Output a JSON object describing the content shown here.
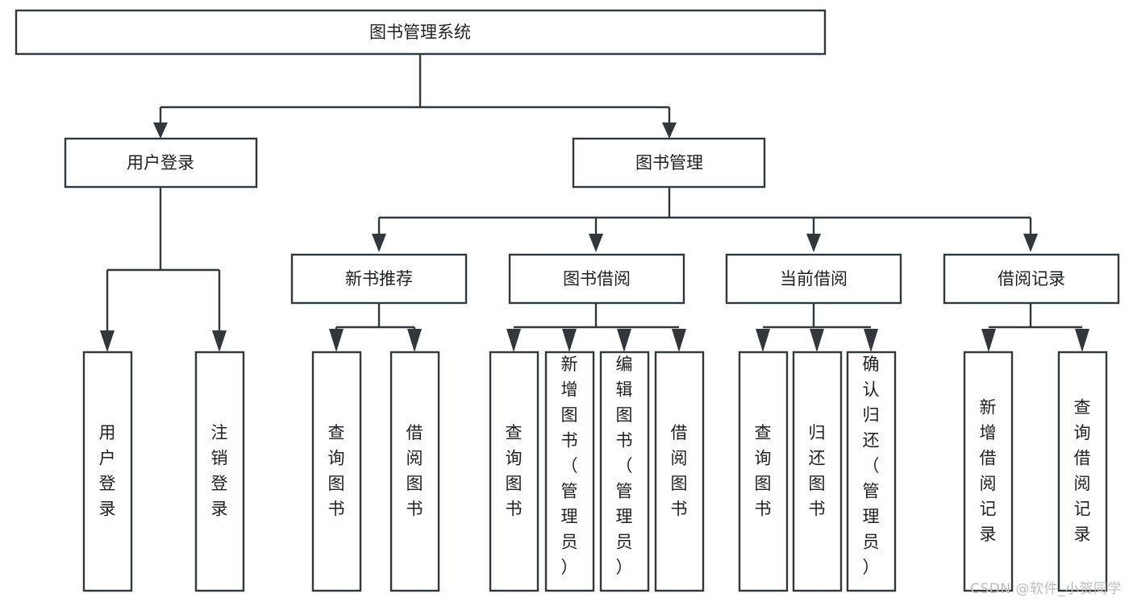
{
  "diagram": {
    "type": "tree-hierarchy",
    "title": "图书管理系统",
    "watermark": "CSDN @软件_小贺同学",
    "colors": {
      "stroke": "#32373b",
      "box_fill": "#ffffff",
      "text": "#1d2023",
      "watermark": "#b9bcc0",
      "background": "#ffffff"
    },
    "levels": [
      {
        "level": 0,
        "nodes": [
          {
            "id": "root",
            "label": "图书管理系统",
            "orientation": "horizontal"
          }
        ]
      },
      {
        "level": 1,
        "nodes": [
          {
            "id": "login",
            "label": "用户登录",
            "orientation": "horizontal",
            "parent": "root"
          },
          {
            "id": "bookmgmt",
            "label": "图书管理",
            "orientation": "horizontal",
            "parent": "root"
          }
        ]
      },
      {
        "level": 2,
        "nodes": [
          {
            "id": "newbook",
            "label": "新书推荐",
            "orientation": "horizontal",
            "parent": "bookmgmt"
          },
          {
            "id": "borrow",
            "label": "图书借阅",
            "orientation": "horizontal",
            "parent": "bookmgmt"
          },
          {
            "id": "current",
            "label": "当前借阅",
            "orientation": "horizontal",
            "parent": "bookmgmt"
          },
          {
            "id": "records",
            "label": "借阅记录",
            "orientation": "horizontal",
            "parent": "bookmgmt"
          }
        ]
      },
      {
        "level": 3,
        "nodes": [
          {
            "id": "leaf-1",
            "label": "用户登录",
            "orientation": "vertical",
            "parent": "login"
          },
          {
            "id": "leaf-2",
            "label": "注销登录",
            "orientation": "vertical",
            "parent": "login"
          },
          {
            "id": "leaf-3",
            "label": "查询图书",
            "orientation": "vertical",
            "parent": "newbook"
          },
          {
            "id": "leaf-4",
            "label": "借阅图书",
            "orientation": "vertical",
            "parent": "newbook"
          },
          {
            "id": "leaf-5",
            "label": "查询图书",
            "orientation": "vertical",
            "parent": "borrow"
          },
          {
            "id": "leaf-6",
            "label": "新增图书（管理员）",
            "orientation": "vertical",
            "parent": "borrow"
          },
          {
            "id": "leaf-7",
            "label": "编辑图书（管理员）",
            "orientation": "vertical",
            "parent": "borrow"
          },
          {
            "id": "leaf-8",
            "label": "借阅图书",
            "orientation": "vertical",
            "parent": "borrow"
          },
          {
            "id": "leaf-9",
            "label": "查询图书",
            "orientation": "vertical",
            "parent": "current"
          },
          {
            "id": "leaf-10",
            "label": "归还图书",
            "orientation": "vertical",
            "parent": "current"
          },
          {
            "id": "leaf-11",
            "label": "确认归还（管理员）",
            "orientation": "vertical",
            "parent": "current"
          },
          {
            "id": "leaf-12",
            "label": "新增借阅记录",
            "orientation": "vertical",
            "parent": "records"
          },
          {
            "id": "leaf-13",
            "label": "查询借阅记录",
            "orientation": "vertical",
            "parent": "records"
          }
        ]
      }
    ]
  },
  "nodes": {
    "root": {
      "label": "图书管理系统"
    },
    "login": {
      "label": "用户登录"
    },
    "bookmgmt": {
      "label": "图书管理"
    },
    "newbook": {
      "label": "新书推荐"
    },
    "borrow": {
      "label": "图书借阅"
    },
    "current": {
      "label": "当前借阅"
    },
    "records": {
      "label": "借阅记录"
    },
    "leaf_1": {
      "label": "用户登录"
    },
    "leaf_2": {
      "label": "注销登录"
    },
    "leaf_3": {
      "label": "查询图书"
    },
    "leaf_4": {
      "label": "借阅图书"
    },
    "leaf_5": {
      "label": "查询图书"
    },
    "leaf_6": {
      "label": "新增图书（管理员）"
    },
    "leaf_7": {
      "label": "编辑图书（管理员）"
    },
    "leaf_8": {
      "label": "借阅图书"
    },
    "leaf_9": {
      "label": "查询图书"
    },
    "leaf_10": {
      "label": "归还图书"
    },
    "leaf_11": {
      "label": "确认归还（管理员）"
    },
    "leaf_12": {
      "label": "新增借阅记录"
    },
    "leaf_13": {
      "label": "查询借阅记录"
    }
  },
  "watermark": {
    "text": "CSDN @软件_小贺同学"
  }
}
